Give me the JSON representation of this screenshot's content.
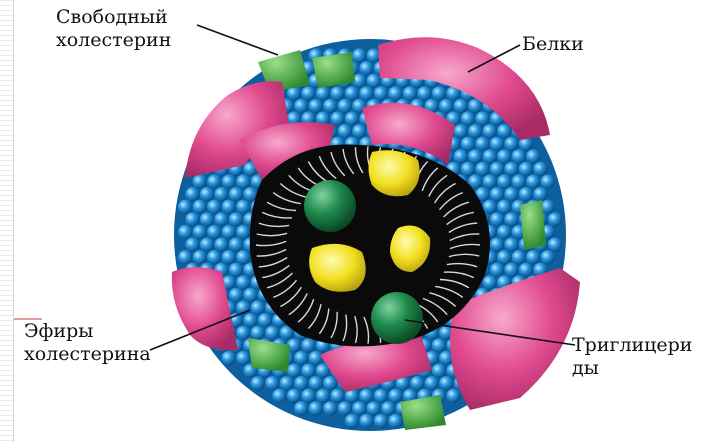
{
  "labels": {
    "free_cholesterol": "Свободный\nхолестерин",
    "proteins": "Белки",
    "cholesterol_esters": "Эфиры\nхолестерина",
    "triglycerides": "Триглицери\nды"
  },
  "colors": {
    "phospholipid_head": "#1e8fd6",
    "protein": "#e04a8f",
    "free_cholesterol": "#3faa3f",
    "core": "#0a0a0a",
    "tails": "#d9d9d9",
    "cholesterol_ester_sphere": "#1f8a4c",
    "triglyceride_droplet": "#f2e020"
  }
}
